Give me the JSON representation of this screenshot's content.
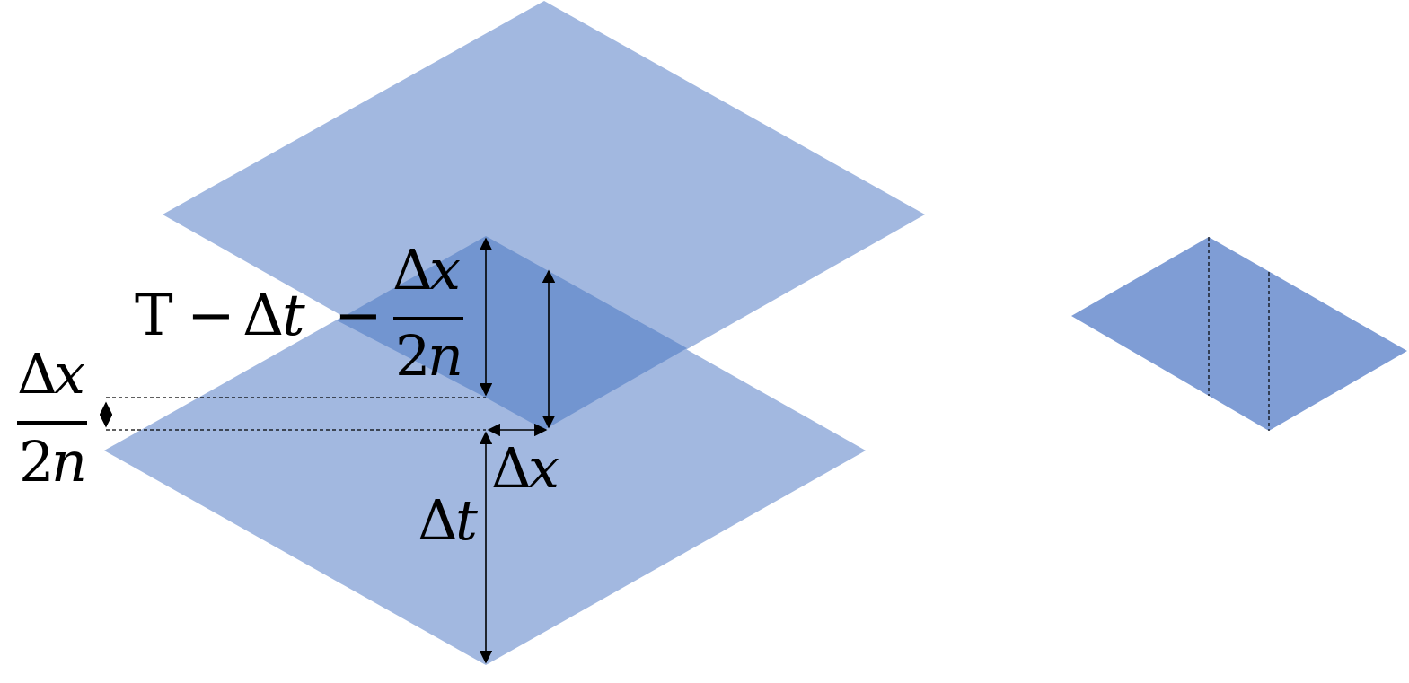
{
  "colors": {
    "rhombus_light": "#a2b8e0",
    "overlap": "#7295d0",
    "small_rhombus": "#7f9dd5",
    "ink": "#000000"
  },
  "labels": {
    "top_expr": {
      "T": "T",
      "minus1": "−",
      "delta": "Δ",
      "t": "t",
      "minus2": "−",
      "frac_num_delta": "Δ",
      "frac_num_x": "x",
      "frac_den_2": "2",
      "frac_den_n": "n"
    },
    "left_frac": {
      "num_delta": "Δ",
      "num_x": "x",
      "den_2": "2",
      "den_n": "n"
    },
    "dx": {
      "delta": "Δ",
      "x": "x"
    },
    "dt": {
      "delta": "Δ",
      "t": "t"
    }
  }
}
